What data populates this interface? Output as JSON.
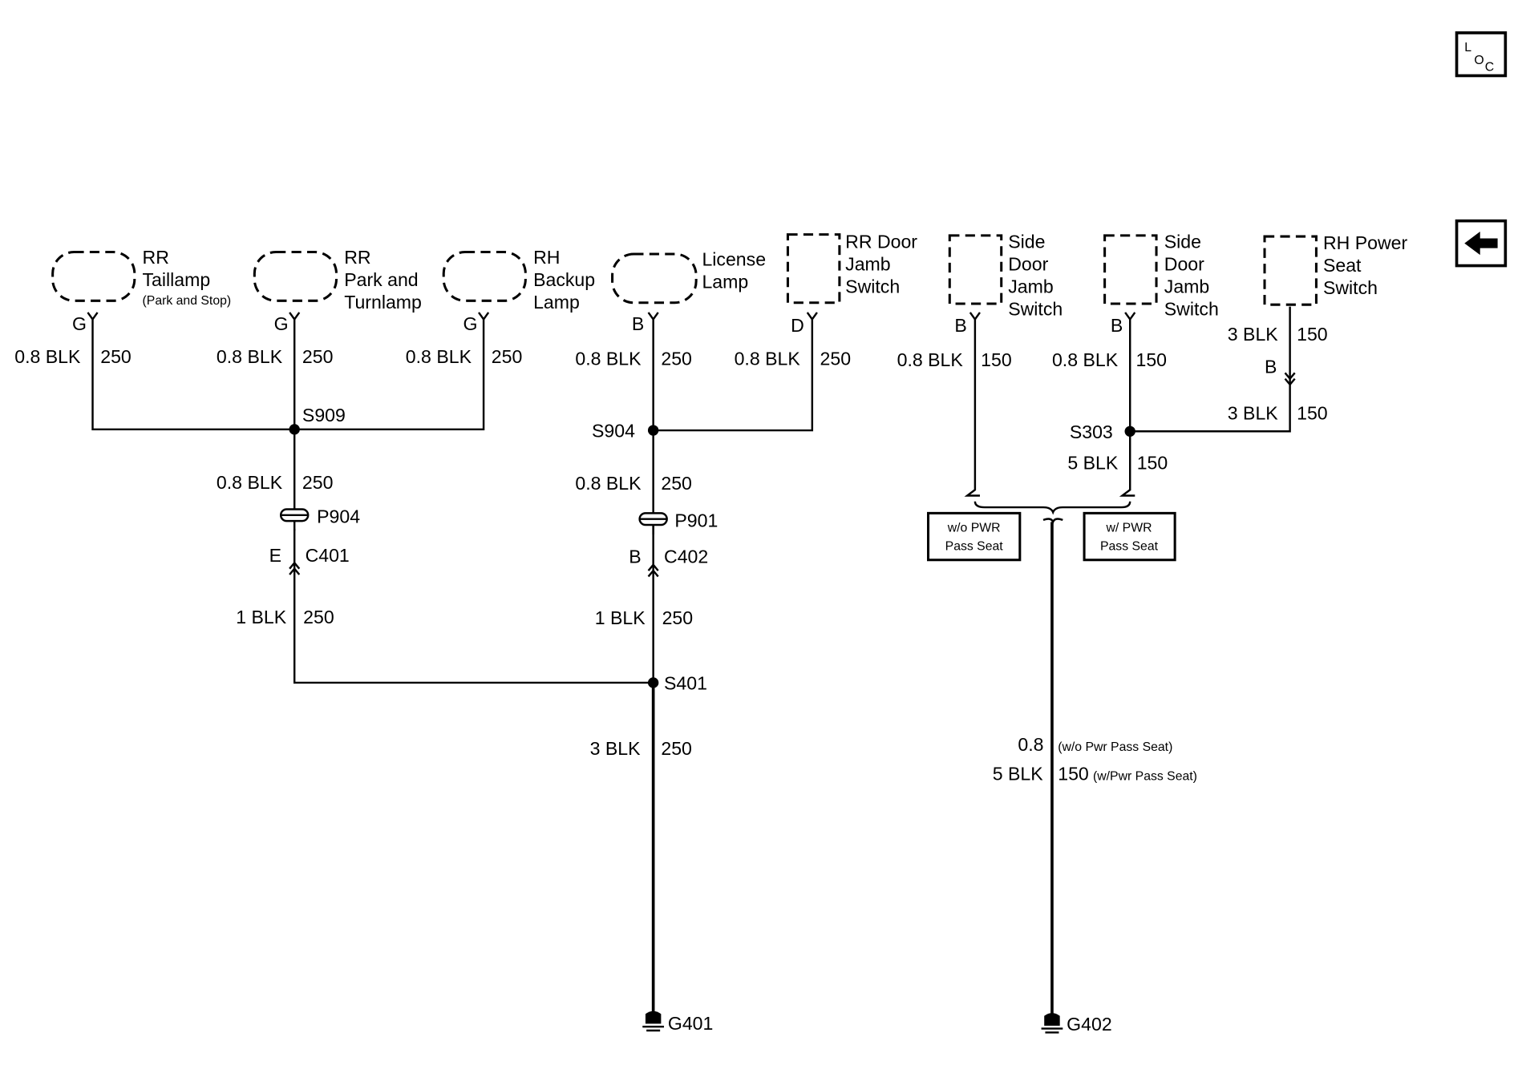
{
  "loc_icon": {
    "main": "L",
    "sub_o": "O",
    "sub_c": "C"
  },
  "back_icon": "left-arrow-icon",
  "components": {
    "rr_taillamp": {
      "line1": "RR",
      "line2": "Taillamp",
      "note": "(Park and Stop)",
      "pin": "G"
    },
    "rr_park_turn": {
      "line1": "RR",
      "line2": "Park and",
      "line3": "Turnlamp",
      "pin": "G"
    },
    "rh_backup": {
      "line1": "RH",
      "line2": "Backup",
      "line3": "Lamp",
      "pin": "G"
    },
    "license_lamp": {
      "line1": "License",
      "line2": "Lamp",
      "pin": "B"
    },
    "rr_door_jamb": {
      "line1": "RR Door",
      "line2": "Jamb",
      "line3": "Switch",
      "pin": "D"
    },
    "side_door_jamb_1": {
      "line1": "Side",
      "line2": "Door",
      "line3": "Jamb",
      "line4": "Switch",
      "pin": "B"
    },
    "side_door_jamb_2": {
      "line1": "Side",
      "line2": "Door",
      "line3": "Jamb",
      "line4": "Switch",
      "pin": "B"
    },
    "rh_power_seat": {
      "line1": "RH Power",
      "line2": "Seat",
      "line3": "Switch"
    }
  },
  "wires": {
    "w_taillamp": {
      "size": "0.8 BLK",
      "circuit": "250"
    },
    "w_park_turn": {
      "size": "0.8 BLK",
      "circuit": "250"
    },
    "w_backup": {
      "size": "0.8 BLK",
      "circuit": "250"
    },
    "w_license": {
      "size": "0.8 BLK",
      "circuit": "250"
    },
    "w_rr_door": {
      "size": "0.8 BLK",
      "circuit": "250"
    },
    "w_side_1": {
      "size": "0.8 BLK",
      "circuit": "150"
    },
    "w_side_2": {
      "size": "0.8 BLK",
      "circuit": "150"
    },
    "w_seat_top": {
      "size": "3 BLK",
      "circuit": "150"
    },
    "w_seat_bottom": {
      "size": "3 BLK",
      "circuit": "150"
    },
    "w_s909_down": {
      "size": "0.8 BLK",
      "circuit": "250"
    },
    "w_s904_down": {
      "size": "0.8 BLK",
      "circuit": "250"
    },
    "w_c401_down": {
      "size": "1 BLK",
      "circuit": "250"
    },
    "w_c402_down": {
      "size": "1 BLK",
      "circuit": "250"
    },
    "w_s401_down": {
      "size": "3 BLK",
      "circuit": "250"
    },
    "w_s303_down": {
      "size": "5 BLK",
      "circuit": "150"
    },
    "w_g402_a_size": "0.8",
    "w_g402_a_note": "(w/o Pwr Pass Seat)",
    "w_g402_b_size": "5 BLK",
    "w_g402_b_circuit": "150",
    "w_g402_b_note": "(w/Pwr Pass Seat)"
  },
  "splices": {
    "s909": "S909",
    "s904": "S904",
    "s401": "S401",
    "s303": "S303"
  },
  "connectors": {
    "p904": "P904",
    "p901": "P901",
    "c401": "C401",
    "c401_pin": "E",
    "c402": "C402",
    "c402_pin": "B",
    "seat_conn_pin": "B"
  },
  "option_boxes": {
    "wo_pwr": {
      "line1": "w/o PWR",
      "line2": "Pass Seat"
    },
    "w_pwr": {
      "line1": "w/ PWR",
      "line2": "Pass Seat"
    }
  },
  "grounds": {
    "g401": "G401",
    "g402": "G402"
  }
}
